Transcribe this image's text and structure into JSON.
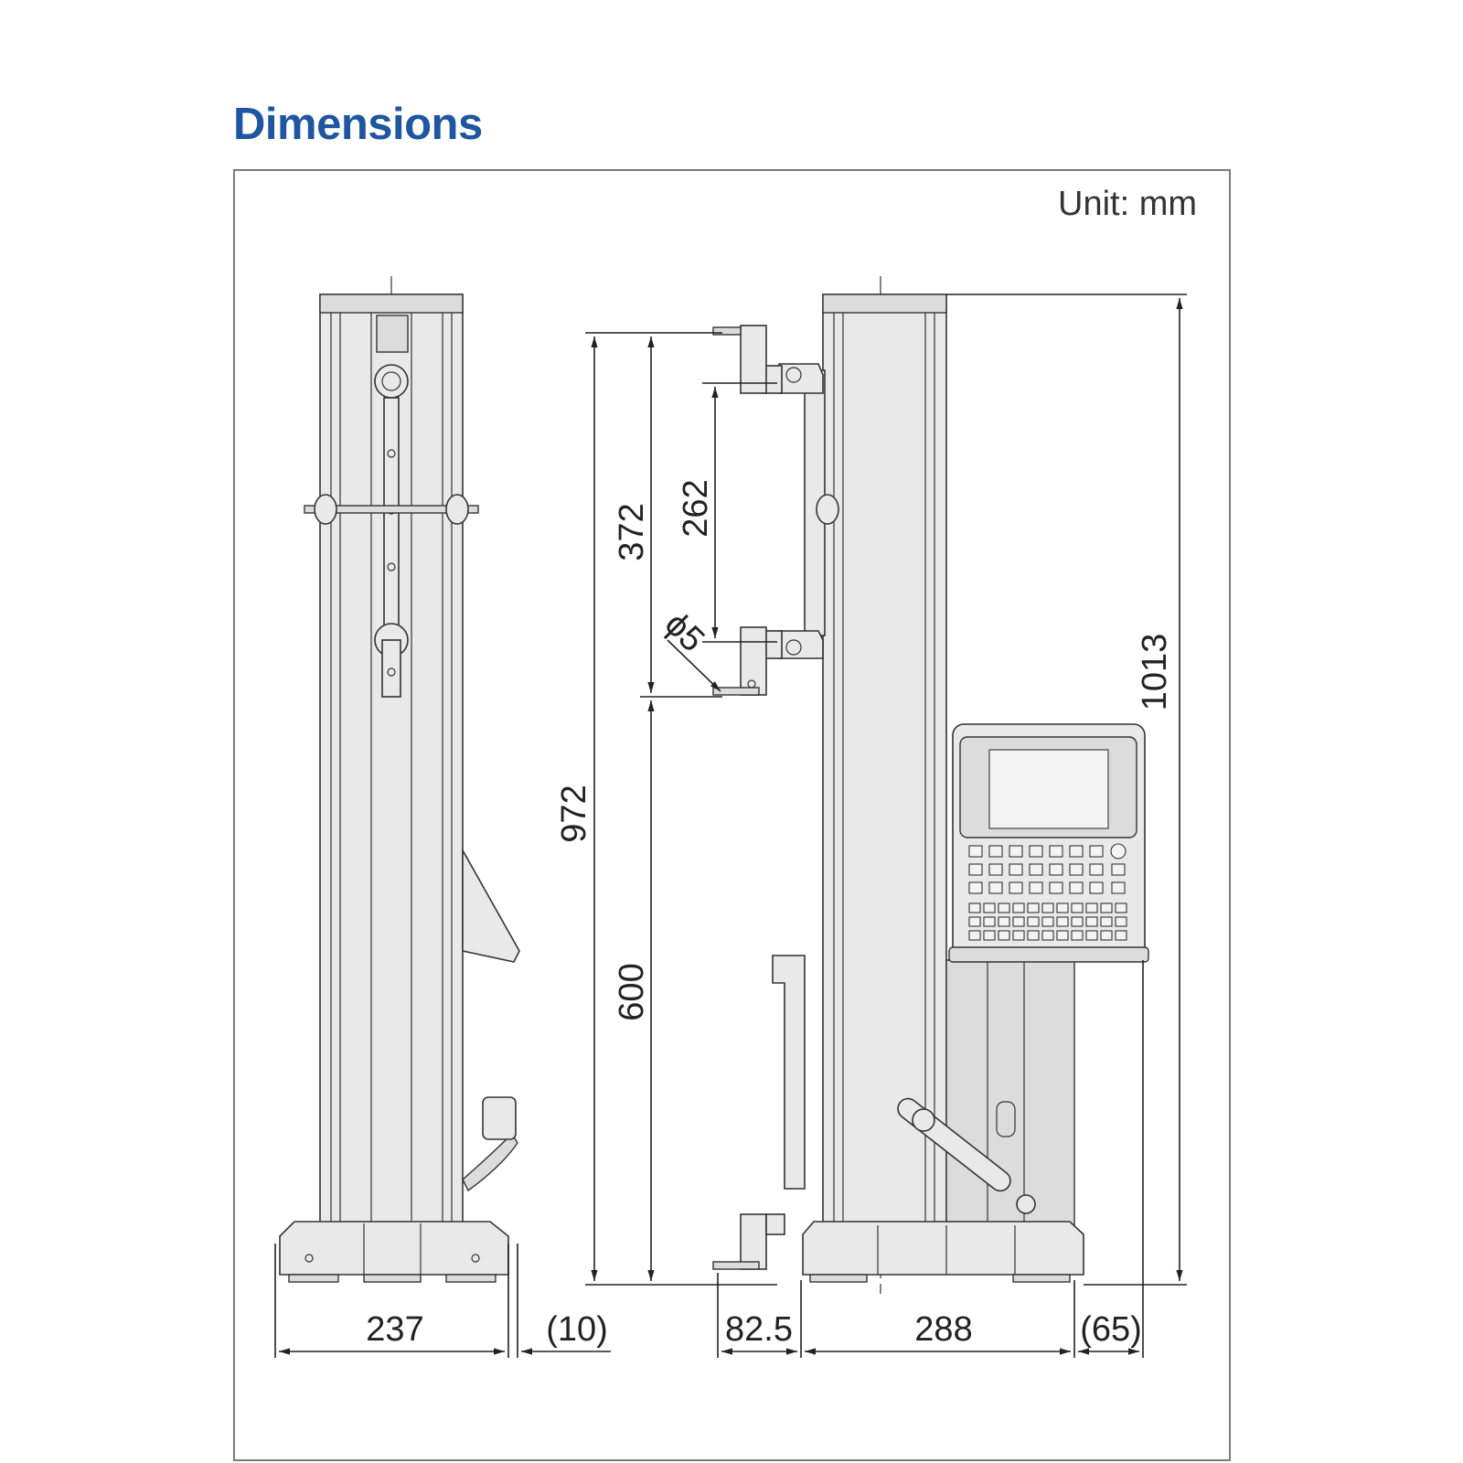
{
  "title": "Dimensions",
  "unit_label": "Unit: mm",
  "dimensions": {
    "base_width": "237",
    "handle_offset": "(10)",
    "scriber_offset": "82.5",
    "base_depth": "288",
    "console_offset": "(65)",
    "total_height": "1013",
    "max_range": "972",
    "upper_range": "372",
    "scriber_spacing": "262",
    "lower_range": "600",
    "stylus_dia": "ϕ5"
  }
}
